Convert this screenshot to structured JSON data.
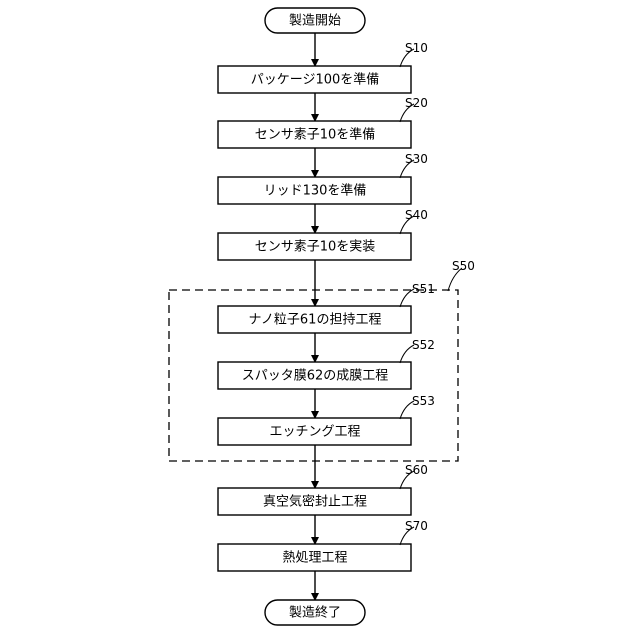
{
  "flowchart": {
    "start": "製造開始",
    "end": "製造終了",
    "steps": [
      {
        "id": "S10",
        "label": "パッケージ100を準備"
      },
      {
        "id": "S20",
        "label": "センサ素子10を準備"
      },
      {
        "id": "S30",
        "label": "リッド130を準備"
      },
      {
        "id": "S40",
        "label": "センサ素子10を実装"
      },
      {
        "id": "S51",
        "label": "ナノ粒子61の担持工程"
      },
      {
        "id": "S52",
        "label": "スパッタ膜62の成膜工程"
      },
      {
        "id": "S53",
        "label": "エッチング工程"
      },
      {
        "id": "S60",
        "label": "真空気密封止工程"
      },
      {
        "id": "S70",
        "label": "熱処理工程"
      }
    ],
    "group": {
      "id": "S50"
    }
  }
}
